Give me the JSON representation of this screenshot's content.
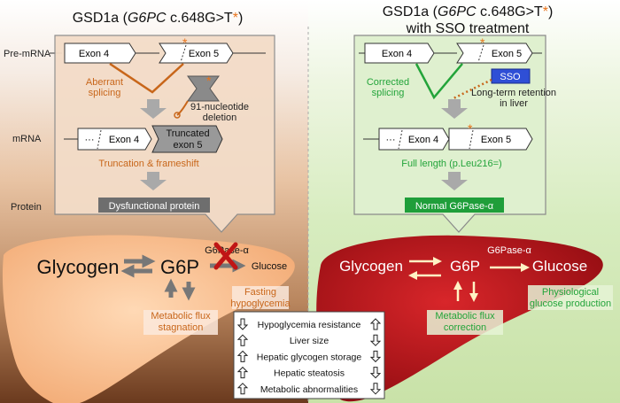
{
  "left": {
    "title_prefix": "GSD1a (",
    "title_gene": "G6PC",
    "title_variant": " c.648G>T",
    "title_star": "*",
    "title_suffix": ")",
    "exon4": "Exon 4",
    "exon5": "Exon 5",
    "aberrant_line1": "Aberrant",
    "aberrant_line2": "splicing",
    "deletion_line1": "91-nucleotide",
    "deletion_line2": "deletion",
    "mrna_dots": "···",
    "mrna_exon4": "Exon 4",
    "truncated_line1": "Truncated",
    "truncated_line2": "exon 5",
    "truncation_text": "Truncation & frameshift",
    "protein_box": "Dysfunctional protein",
    "glycogen": "Glycogen",
    "g6p": "G6P",
    "g6pase": "G6Pase-α",
    "glucose": "Glucose",
    "fasting_line1": "Fasting",
    "fasting_line2": "hypoglycemia",
    "flux_line1": "Metabolic flux",
    "flux_line2": "stagnation"
  },
  "right": {
    "title_prefix": "GSD1a (",
    "title_gene": "G6PC",
    "title_variant": " c.648G>T",
    "title_star": "*",
    "title_suffix": ")",
    "title_line2": "with SSO treatment",
    "exon4": "Exon 4",
    "exon5": "Exon 5",
    "corrected_line1": "Corrected",
    "corrected_line2": "splicing",
    "sso": "SSO",
    "retention_line1": "Long-term retention",
    "retention_line2": "in liver",
    "mrna_dots": "···",
    "mrna_exon4": "Exon 4",
    "mrna_exon5": "Exon 5",
    "full_length": "Full length (p.Leu216=)",
    "protein_box": "Normal G6Pase-α",
    "glycogen": "Glycogen",
    "g6p": "G6P",
    "g6pase": "G6Pase-α",
    "glucose": "Glucose",
    "physio_line1": "Physiological",
    "physio_line2": "glucose production",
    "flux_line1": "Metabolic flux",
    "flux_line2": "correction"
  },
  "row_labels": {
    "pre_mrna": "Pre-mRNA",
    "mrna": "mRNA",
    "protein": "Protein"
  },
  "outcomes": [
    {
      "left_arrow": "down",
      "label": "Hypoglycemia resistance",
      "right_arrow": "up"
    },
    {
      "left_arrow": "up",
      "label": "Liver size",
      "right_arrow": "down"
    },
    {
      "left_arrow": "up",
      "label": "Hepatic glycogen storage",
      "right_arrow": "down"
    },
    {
      "left_arrow": "up",
      "label": "Hepatic steatosis",
      "right_arrow": "down"
    },
    {
      "left_arrow": "up",
      "label": "Metabolic abnormalities",
      "right_arrow": "down"
    }
  ],
  "colors": {
    "orange": "#c8661a",
    "green": "#23a43a",
    "liver_left": "#f7bc8a",
    "liver_right": "#c8171a",
    "sso_blue": "#2f4fd6",
    "panel_left": "#f3dcc8",
    "panel_right": "#dff0cf"
  }
}
